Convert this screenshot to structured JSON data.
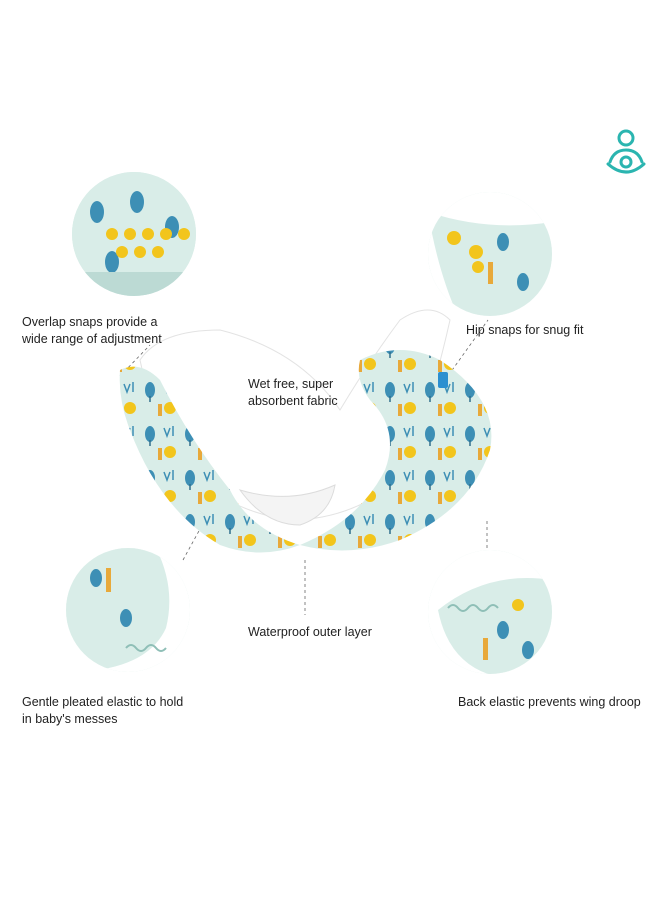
{
  "brand": {
    "logo_icon": "mother-baby-icon",
    "accent": "#2bb5b0"
  },
  "features": {
    "overlap_snaps": "Overlap snaps provide a\nwide range of adjustment",
    "hip_snaps": "Hip snaps for snug fit",
    "wet_free": "Wet free, super\nabsorbent fabric",
    "waterproof": "Waterproof outer layer",
    "pleated_elastic": "Gentle pleated elastic to hold\nin baby's messes",
    "back_elastic": "Back elastic prevents wing droop"
  },
  "colors": {
    "fabric": "#d9ede8",
    "tree": "#3d8fb5",
    "sun": "#f2c51c",
    "giraffe": "#e8a93a",
    "liner": "#ffffff"
  }
}
